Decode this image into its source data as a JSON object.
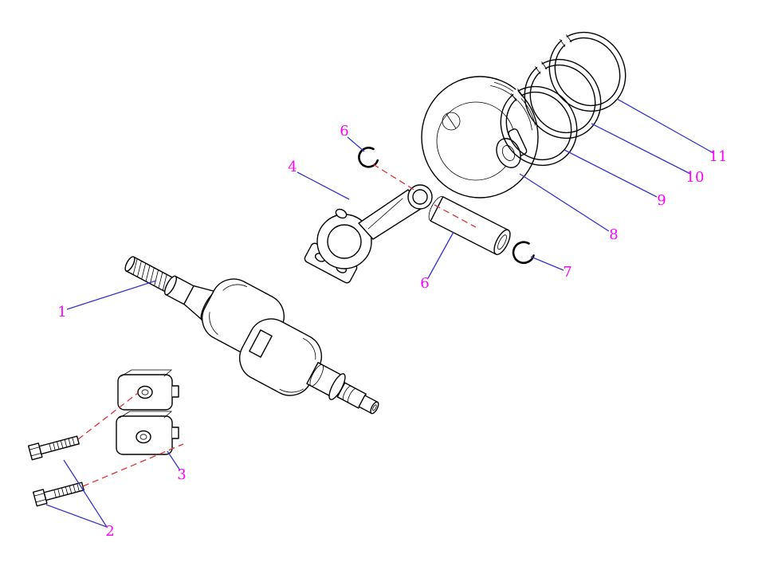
{
  "colors": {
    "background": "#ffffff",
    "line_art": "#000000",
    "leader_line": "#3535cc",
    "label": "#ff00ff",
    "alignment_line": "#e03030"
  },
  "callouts": [
    {
      "text": "1"
    },
    {
      "text": "2"
    },
    {
      "text": "3"
    },
    {
      "text": "4"
    },
    {
      "text": "6"
    },
    {
      "text": "6"
    },
    {
      "text": "7"
    },
    {
      "text": "8"
    },
    {
      "text": "9"
    },
    {
      "text": "10"
    },
    {
      "text": "11"
    }
  ]
}
